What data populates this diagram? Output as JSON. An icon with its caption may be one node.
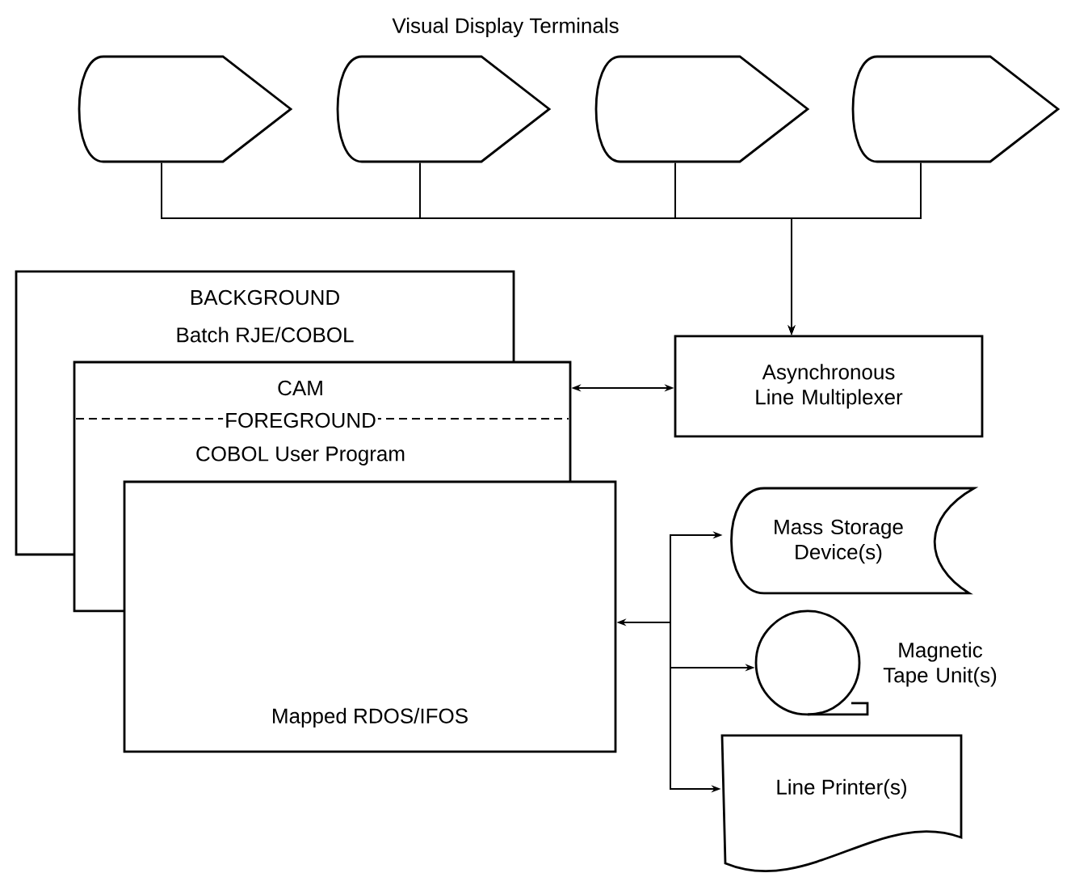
{
  "diagram": {
    "title": "Visual Display Terminals",
    "nodes": [
      {
        "text": [],
        "shape": "display"
      },
      {
        "text": [],
        "shape": "display"
      },
      {
        "text": [],
        "shape": "display"
      },
      {
        "text": [],
        "shape": "display"
      },
      {
        "text": [
          "BACKGROUND",
          "Batch RJE/COBOL"
        ]
      },
      {
        "text": [
          "CAM",
          "FOREGROUND",
          "COBOL User Program"
        ]
      },
      {
        "text": [
          "Mapped RDOS/IFOS"
        ]
      },
      {
        "text": [
          "Asynchronous Line Multiplexer"
        ]
      },
      {
        "text": [
          "Mass Storage Device(s)"
        ]
      },
      {
        "text": [
          "Magnetic Tape Unit(s)"
        ]
      },
      {
        "text": [
          "Line Printer(s)"
        ]
      }
    ],
    "edges": [
      {
        "from": 0,
        "to": 7,
        "arrow": "to"
      },
      {
        "from": 1,
        "to": 7,
        "arrow": "to"
      },
      {
        "from": 2,
        "to": 7,
        "arrow": "to"
      },
      {
        "from": 3,
        "to": 7,
        "arrow": "to"
      },
      {
        "from": 5,
        "to": 7,
        "arrow": "both"
      },
      {
        "from": 6,
        "to": 8,
        "arrow": "both"
      },
      {
        "from": 6,
        "to": 9,
        "arrow": "both"
      },
      {
        "from": 6,
        "to": 10,
        "arrow": "both"
      }
    ]
  }
}
